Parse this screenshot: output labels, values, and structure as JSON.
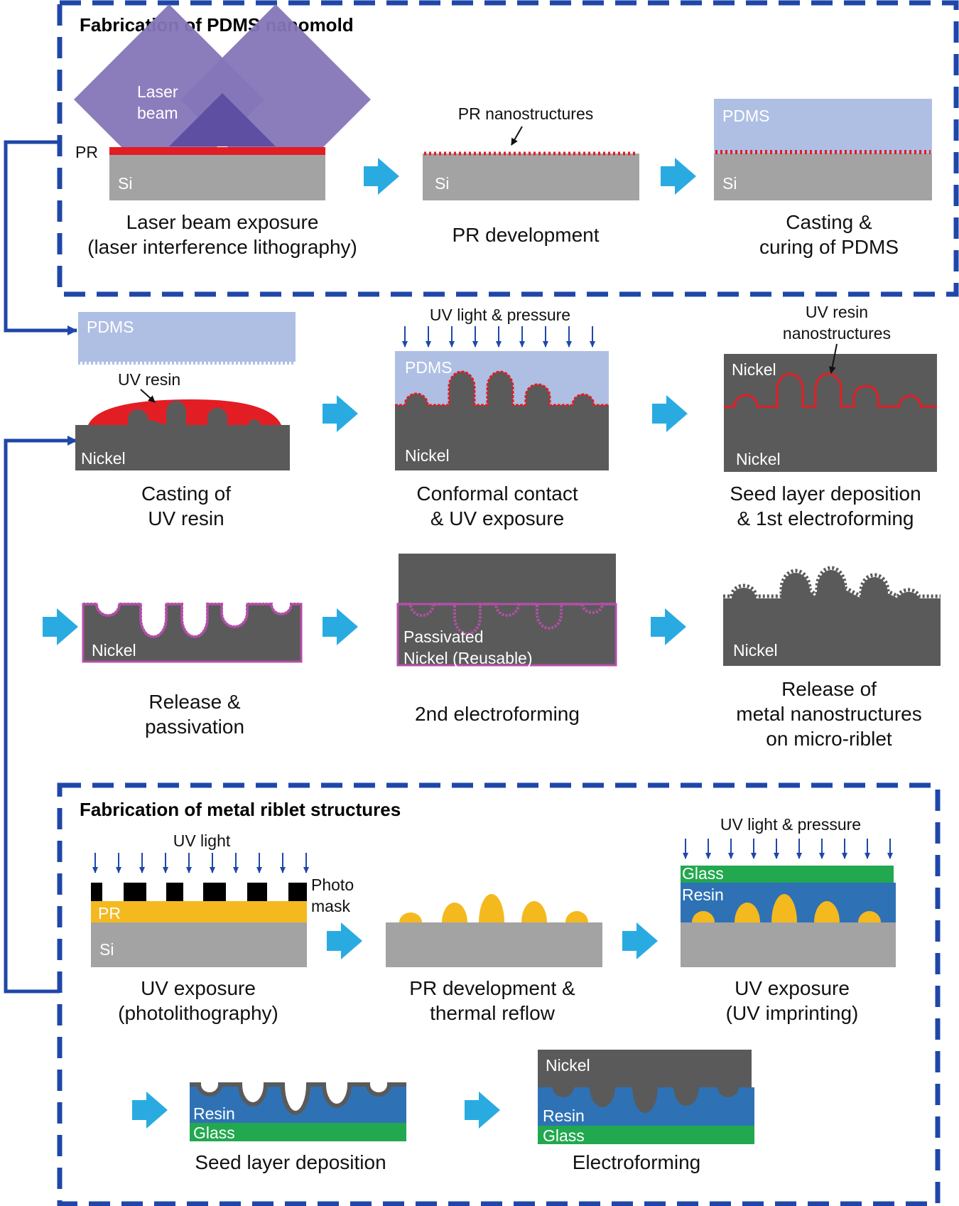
{
  "sections": {
    "top_title": "Fabrication of PDMS nanomold",
    "bottom_title": "Fabrication of metal riblet structures"
  },
  "colors": {
    "frame_blue": "#1f47a8",
    "arrow_blue": "#29abe2",
    "nickel": "#5a5a5a",
    "si": "#a3a3a3",
    "pdms": "#afbfe4",
    "pr_red": "#e21d24",
    "laser": "#8576b8",
    "pr_yellow": "#f4b91f",
    "resin": "#2e72b5",
    "glass": "#22a84f",
    "passivation": "#b34fa8"
  },
  "icons": [
    "process-arrow-icon",
    "uv-arrow-icon",
    "connector-arrow-icon"
  ],
  "step1": {
    "laser_label_line1": "Laser",
    "laser_label_line2": "beam",
    "pr_label": "PR",
    "si_label": "Si",
    "caption_line1": "Laser beam exposure",
    "caption_line2": "(laser interference lithography)"
  },
  "step2": {
    "annotation": "PR nanostructures",
    "si_label": "Si",
    "caption_line1": "PR development"
  },
  "step3": {
    "pdms_label": "PDMS",
    "si_label": "Si",
    "caption_line1": "Casting &",
    "caption_line2": "curing of PDMS"
  },
  "step4": {
    "pdms_label": "PDMS",
    "resin_label": "UV resin",
    "nickel_label": "Nickel",
    "caption_line1": "Casting of",
    "caption_line2": "UV resin"
  },
  "step5": {
    "uv_label": "UV light & pressure",
    "pdms_label": "PDMS",
    "nickel_label": "Nickel",
    "caption_line1": "Conformal contact",
    "caption_line2": "& UV exposure"
  },
  "step6": {
    "annotation_line1": "UV resin",
    "annotation_line2": "nanostructures",
    "nickel_top_label": "Nickel",
    "nickel_bottom_label": "Nickel",
    "caption_line1": "Seed layer deposition",
    "caption_line2": "& 1st electroforming"
  },
  "step7": {
    "nickel_label": "Nickel",
    "caption_line1": "Release &",
    "caption_line2": "passivation"
  },
  "step8": {
    "label_line1": "Passivated",
    "label_line2": "Nickel (Reusable)",
    "caption_line1": "2nd electroforming"
  },
  "step9": {
    "nickel_label": "Nickel",
    "caption_line1": "Release of",
    "caption_line2": "metal nanostructures",
    "caption_line3": "on micro-riblet"
  },
  "step10": {
    "uv_label": "UV light",
    "mask_label_line1": "Photo",
    "mask_label_line2": "mask",
    "pr_label": "PR",
    "si_label": "Si",
    "caption_line1": "UV exposure",
    "caption_line2": "(photolithography)"
  },
  "step11": {
    "caption_line1": "PR development &",
    "caption_line2": "thermal reflow"
  },
  "step12": {
    "uv_label": "UV light & pressure",
    "glass_label": "Glass",
    "resin_label": "Resin",
    "caption_line1": "UV exposure",
    "caption_line2": "(UV imprinting)"
  },
  "step13": {
    "resin_label": "Resin",
    "glass_label": "Glass",
    "caption_line1": "Seed layer deposition"
  },
  "step14": {
    "nickel_label": "Nickel",
    "resin_label": "Resin",
    "glass_label": "Glass",
    "caption_line1": "Electroforming"
  }
}
